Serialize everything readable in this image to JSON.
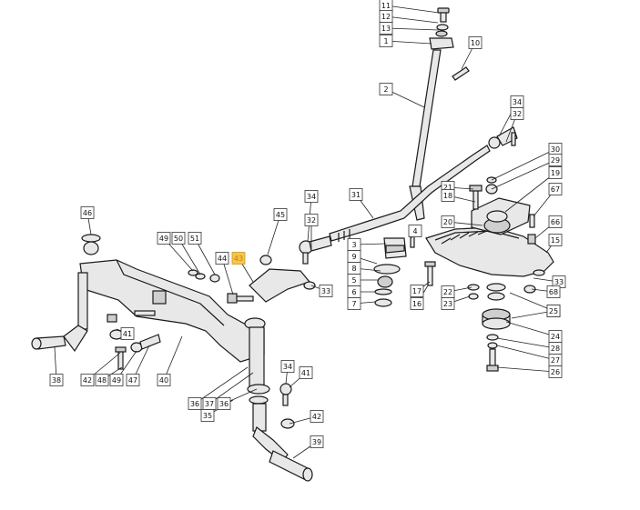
{
  "diagram": {
    "highlight_color": "#f6c64a",
    "callouts": [
      {
        "id": "c11",
        "label": "11",
        "highlight": false
      },
      {
        "id": "c12",
        "label": "12",
        "highlight": false
      },
      {
        "id": "c13",
        "label": "13",
        "highlight": false
      },
      {
        "id": "c1",
        "label": "1",
        "highlight": false
      },
      {
        "id": "c10",
        "label": "10",
        "highlight": false
      },
      {
        "id": "c2",
        "label": "2",
        "highlight": false
      },
      {
        "id": "c34a",
        "label": "34",
        "highlight": false
      },
      {
        "id": "c32a",
        "label": "32",
        "highlight": false
      },
      {
        "id": "c30",
        "label": "30",
        "highlight": false
      },
      {
        "id": "c29",
        "label": "29",
        "highlight": false
      },
      {
        "id": "c19",
        "label": "19",
        "highlight": false
      },
      {
        "id": "c67",
        "label": "67",
        "highlight": false
      },
      {
        "id": "c21",
        "label": "21",
        "highlight": false
      },
      {
        "id": "c18",
        "label": "18",
        "highlight": false
      },
      {
        "id": "c31",
        "label": "31",
        "highlight": false
      },
      {
        "id": "c34b",
        "label": "34",
        "highlight": false
      },
      {
        "id": "c32b",
        "label": "32",
        "highlight": false
      },
      {
        "id": "c20",
        "label": "20",
        "highlight": false
      },
      {
        "id": "c66",
        "label": "66",
        "highlight": false
      },
      {
        "id": "c15",
        "label": "15",
        "highlight": false
      },
      {
        "id": "c46",
        "label": "46",
        "highlight": false
      },
      {
        "id": "c45",
        "label": "45",
        "highlight": false
      },
      {
        "id": "c49a",
        "label": "49",
        "highlight": false
      },
      {
        "id": "c50",
        "label": "50",
        "highlight": false
      },
      {
        "id": "c51",
        "label": "51",
        "highlight": false
      },
      {
        "id": "c44",
        "label": "44",
        "highlight": false
      },
      {
        "id": "c43",
        "label": "43",
        "highlight": true
      },
      {
        "id": "c4",
        "label": "4",
        "highlight": false
      },
      {
        "id": "c3",
        "label": "3",
        "highlight": false
      },
      {
        "id": "c9",
        "label": "9",
        "highlight": false
      },
      {
        "id": "c8",
        "label": "8",
        "highlight": false
      },
      {
        "id": "c5",
        "label": "5",
        "highlight": false
      },
      {
        "id": "c6",
        "label": "6",
        "highlight": false
      },
      {
        "id": "c7",
        "label": "7",
        "highlight": false
      },
      {
        "id": "c33a",
        "label": "33",
        "highlight": false
      },
      {
        "id": "c17",
        "label": "17",
        "highlight": false
      },
      {
        "id": "c16",
        "label": "16",
        "highlight": false
      },
      {
        "id": "c22",
        "label": "22",
        "highlight": false
      },
      {
        "id": "c23",
        "label": "23",
        "highlight": false
      },
      {
        "id": "c33b",
        "label": "33",
        "highlight": false
      },
      {
        "id": "c68",
        "label": "68",
        "highlight": false
      },
      {
        "id": "c25a",
        "label": "25",
        "highlight": false
      },
      {
        "id": "c25b",
        "label": "25",
        "highlight": false
      },
      {
        "id": "c24",
        "label": "24",
        "highlight": false
      },
      {
        "id": "c28",
        "label": "28",
        "highlight": false
      },
      {
        "id": "c27",
        "label": "27",
        "highlight": false
      },
      {
        "id": "c26",
        "label": "26",
        "highlight": false
      },
      {
        "id": "c41a",
        "label": "41",
        "highlight": false
      },
      {
        "id": "c38",
        "label": "38",
        "highlight": false
      },
      {
        "id": "c42a",
        "label": "42",
        "highlight": false
      },
      {
        "id": "c48",
        "label": "48",
        "highlight": false
      },
      {
        "id": "c49b",
        "label": "49",
        "highlight": false
      },
      {
        "id": "c47",
        "label": "47",
        "highlight": false
      },
      {
        "id": "c40",
        "label": "40",
        "highlight": false
      },
      {
        "id": "c36a",
        "label": "36",
        "highlight": false
      },
      {
        "id": "c37",
        "label": "37",
        "highlight": false
      },
      {
        "id": "c36b",
        "label": "36",
        "highlight": false
      },
      {
        "id": "c35",
        "label": "35",
        "highlight": false
      },
      {
        "id": "c34c",
        "label": "34",
        "highlight": false
      },
      {
        "id": "c41b",
        "label": "41",
        "highlight": false
      },
      {
        "id": "c42b",
        "label": "42",
        "highlight": false
      },
      {
        "id": "c39",
        "label": "39",
        "highlight": false
      }
    ]
  }
}
